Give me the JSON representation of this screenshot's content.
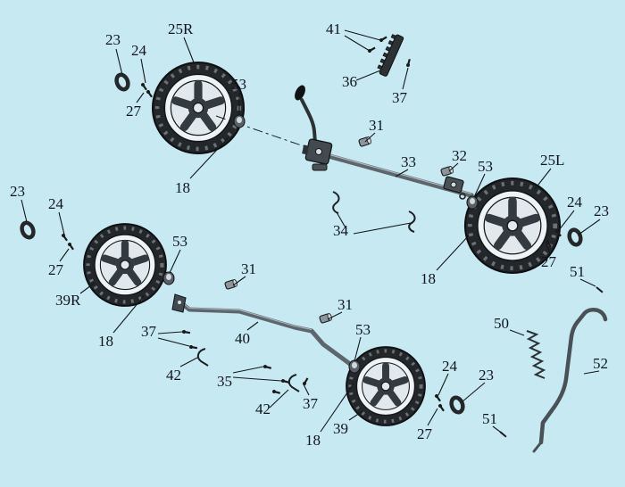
{
  "colors": {
    "background": "#c6e9f2",
    "line": "#1c2022"
  },
  "diagram": {
    "kind": "exploded-parts-diagram",
    "labels": [
      {
        "text": "23"
      },
      {
        "text": "24"
      },
      {
        "text": "25R"
      },
      {
        "text": "27"
      },
      {
        "text": "53"
      },
      {
        "text": "18"
      },
      {
        "text": "41"
      },
      {
        "text": "36"
      },
      {
        "text": "37"
      },
      {
        "text": "31"
      },
      {
        "text": "33"
      },
      {
        "text": "32"
      },
      {
        "text": "53"
      },
      {
        "text": "25L"
      },
      {
        "text": "34"
      },
      {
        "text": "18"
      },
      {
        "text": "24"
      },
      {
        "text": "23"
      },
      {
        "text": "27"
      },
      {
        "text": "51"
      },
      {
        "text": "23"
      },
      {
        "text": "24"
      },
      {
        "text": "27"
      },
      {
        "text": "39R"
      },
      {
        "text": "53"
      },
      {
        "text": "18"
      },
      {
        "text": "31"
      },
      {
        "text": "37"
      },
      {
        "text": "40"
      },
      {
        "text": "42"
      },
      {
        "text": "35"
      },
      {
        "text": "31"
      },
      {
        "text": "42"
      },
      {
        "text": "37"
      },
      {
        "text": "53"
      },
      {
        "text": "39"
      },
      {
        "text": "18"
      },
      {
        "text": "24"
      },
      {
        "text": "23"
      },
      {
        "text": "27"
      },
      {
        "text": "51"
      },
      {
        "text": "50"
      },
      {
        "text": "52"
      }
    ]
  }
}
